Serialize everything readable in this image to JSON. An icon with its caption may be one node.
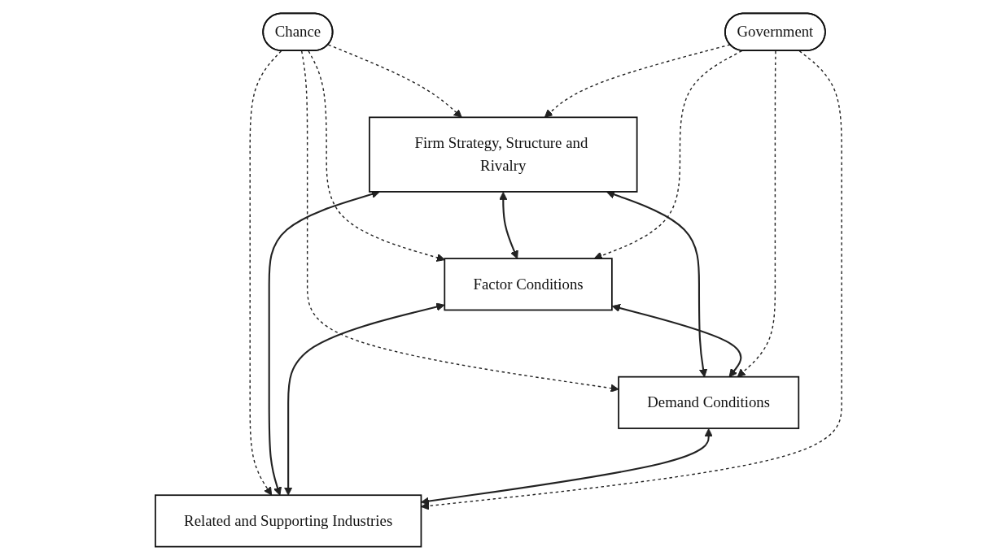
{
  "diagram": {
    "nodes": [
      {
        "text": [
          "Chance"
        ]
      },
      {
        "text": [
          "Firm Strategy, Structure and Rivalry"
        ]
      },
      {
        "text": [
          "Factor Conditions"
        ]
      },
      {
        "text": [
          "Demand Conditions"
        ]
      },
      {
        "text": [
          "Related and Supporting Industries"
        ]
      },
      {
        "text": [
          "Government"
        ]
      }
    ],
    "edges": [
      {
        "from": 0,
        "to": 1,
        "arrow": "to",
        "style": "dashed"
      },
      {
        "from": 0,
        "to": 2,
        "arrow": "to",
        "style": "dashed"
      },
      {
        "from": 0,
        "to": 3,
        "arrow": "to",
        "style": "dashed"
      },
      {
        "from": 0,
        "to": 4,
        "arrow": "to",
        "style": "dashed"
      },
      {
        "from": 1,
        "to": 2,
        "arrow": "both"
      },
      {
        "from": 1,
        "to": 3,
        "arrow": "both"
      },
      {
        "from": 1,
        "to": 4,
        "arrow": "both"
      },
      {
        "from": 2,
        "to": 3,
        "arrow": "both"
      },
      {
        "from": 2,
        "to": 4,
        "arrow": "both"
      },
      {
        "from": 3,
        "to": 4,
        "arrow": "both"
      },
      {
        "from": 5,
        "to": 1,
        "arrow": "to",
        "style": "dashed"
      },
      {
        "from": 5,
        "to": 2,
        "arrow": "to",
        "style": "dashed"
      },
      {
        "from": 5,
        "to": 3,
        "arrow": "to",
        "style": "dashed"
      },
      {
        "from": 5,
        "to": 4,
        "arrow": "to",
        "style": "dashed"
      }
    ]
  }
}
